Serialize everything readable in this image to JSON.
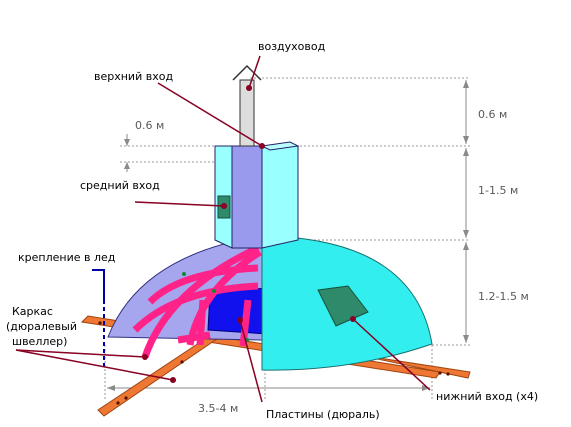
{
  "labels": {
    "duct": "воздуховод",
    "top_entrance": "верхний вход",
    "middle_entrance": "средний вход",
    "ice_mount": "крепление в лед",
    "frame_line1": "Каркас",
    "frame_line2": "(дюралевый",
    "frame_line3": "швеллер)",
    "bottom_entrance": "нижний вход (x4)",
    "plates": "Пластины (дюраль)"
  },
  "dimensions": {
    "left_small": "0.6 м",
    "right_top": "0.6 м",
    "right_middle": "1-1.5 м",
    "right_bottom": "1.2-1.5 м",
    "width": "3.5-4 м"
  },
  "colors": {
    "dome_cyan": "#33eeee",
    "tube_light": "#99ffff",
    "tube_shadow": "#9999ee",
    "frame_pink": "#ff2288",
    "plate_blue": "#1111ee",
    "base_orange": "#ee7733",
    "pointer": "#880022",
    "entrance": "#2e8a6a"
  }
}
